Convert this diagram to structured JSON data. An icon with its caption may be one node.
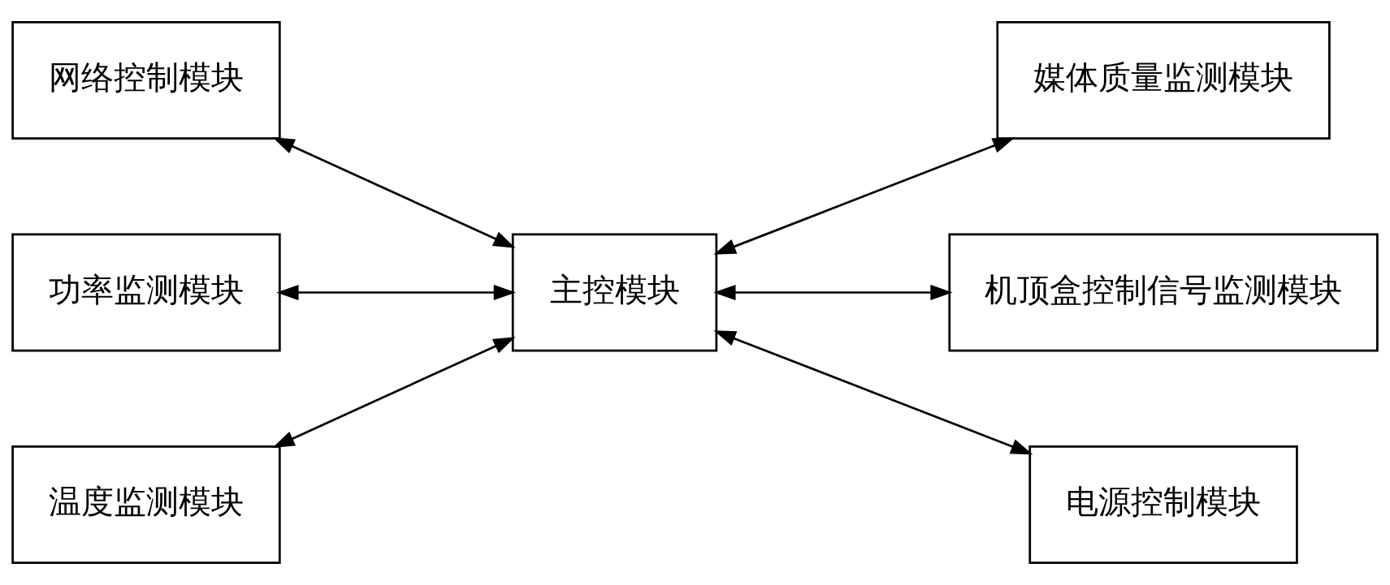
{
  "diagram": {
    "nodes": [
      {
        "text": [
          "网络控制模块"
        ]
      },
      {
        "text": [
          "媒体质量监测模块"
        ]
      },
      {
        "text": [
          "功率监测模块"
        ]
      },
      {
        "text": [
          "主控模块"
        ]
      },
      {
        "text": [
          "机顶盒控制信号监测模块"
        ]
      },
      {
        "text": [
          "温度监测模块"
        ]
      },
      {
        "text": [
          "电源控制模块"
        ]
      }
    ],
    "edges": [
      {
        "from": 0,
        "to": 3,
        "arrow": "both"
      },
      {
        "from": 2,
        "to": 3,
        "arrow": "both"
      },
      {
        "from": 5,
        "to": 3,
        "arrow": "both"
      },
      {
        "from": 3,
        "to": 1,
        "arrow": "both"
      },
      {
        "from": 3,
        "to": 4,
        "arrow": "both"
      },
      {
        "from": 3,
        "to": 6,
        "arrow": "both"
      }
    ]
  }
}
